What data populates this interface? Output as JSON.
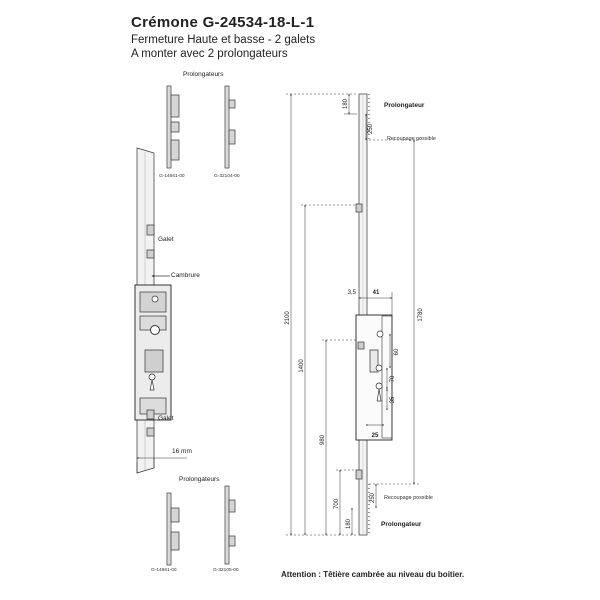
{
  "header": {
    "title": "Crémone G-24534-18-L-1",
    "subtitle_1": "Fermeture Haute et basse - 2 galets",
    "subtitle_2": "A monter avec 2 prolongateurs"
  },
  "left_view": {
    "prolongateurs_top_label": "Prolongateurs",
    "part_top_1": "G-14661-00",
    "part_top_2": "G-32104-00",
    "galet_top_label": "Galet",
    "cambrure_label": "Cambrure",
    "galet_bottom_label": "Galet",
    "width_label": "16 mm",
    "prolongateurs_bottom_label": "Prolongateurs",
    "part_bottom_1": "G-14661-00",
    "part_bottom_2": "G-32105-00"
  },
  "right_view": {
    "prolongateur_top": "Prolongateur",
    "recoupage_top": "Recoupage possible",
    "recoupage_bottom": "Recoupage possible",
    "prolongateur_bottom": "Prolongateur",
    "dims": {
      "total": "2100",
      "upper": "1780",
      "lock_pos": "1400",
      "lower_lock": "980",
      "bottom": "700",
      "top_ext": "180",
      "top_cut": "250",
      "bottom_ext": "180",
      "bottom_cut": "250",
      "backset_small": "3,5",
      "backset": "41",
      "d60": "60",
      "d70": "70",
      "d35": "35",
      "d25": "25"
    }
  },
  "footer": {
    "attention": "Attention : Têtière cambrée au niveau du boitier."
  }
}
